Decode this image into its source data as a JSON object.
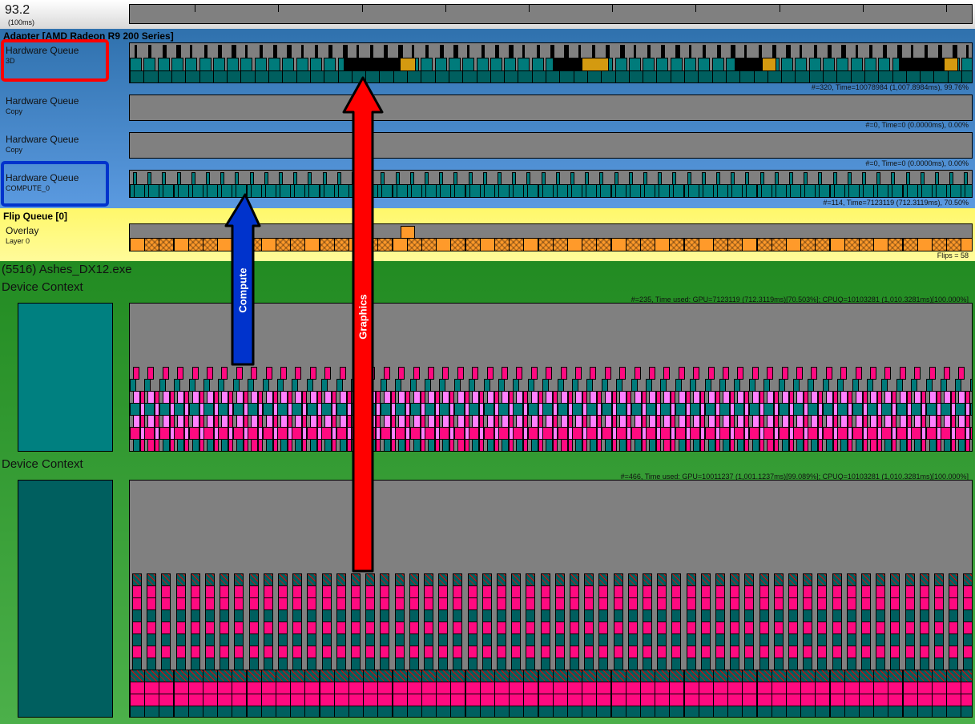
{
  "ruler": {
    "value": "93.2",
    "unit": "(100ms)",
    "ticks": 10
  },
  "adapter": {
    "title": "Adapter [AMD Radeon R9 200 Series]",
    "queues": [
      {
        "name": "Hardware Queue",
        "type": "3D",
        "stats": "#=320,  Time=10078984 (1,007.8984ms),  99.76%",
        "highlight": "red"
      },
      {
        "name": "Hardware Queue",
        "type": "Copy",
        "stats": "#=0,  Time=0 (0.0000ms),  0.00%"
      },
      {
        "name": "Hardware Queue",
        "type": "Copy",
        "stats": "#=0,  Time=0 (0.0000ms),  0.00%"
      },
      {
        "name": "Hardware Queue",
        "type": "COMPUTE_0",
        "stats": "#=114,  Time=7123119 (712.3119ms),  70.50%",
        "highlight": "blue"
      }
    ]
  },
  "flip": {
    "title": "Flip Queue [0]",
    "name": "Overlay",
    "layer": "Layer 0",
    "stats": "Flips = 58"
  },
  "process": {
    "title": "(5516) Ashes_DX12.exe",
    "contexts": [
      {
        "name": "Device Context",
        "stats": "#=235, Time used: GPU=7123119 (712.3119ms)[70.503%]; CPUQ=10103281 (1,010.3281ms)[100.000%]"
      },
      {
        "name": "Device Context",
        "stats": "#=466, Time used: GPU=10011237 (1,001.1237ms)[99.089%]; CPUQ=10103281 (1,010.3281ms)[100.000%]"
      }
    ]
  },
  "annotations": {
    "compute": "Compute",
    "graphics": "Graphics"
  },
  "colors": {
    "teal": "#007b7b",
    "darkteal": "#005f5f",
    "pink": "#ff0a80",
    "lightpink": "#ff80ff",
    "gold": "#d49a10",
    "orange": "#ff9a2a",
    "black": "#000000",
    "red": "#ff0000",
    "blue": "#0033cc"
  }
}
